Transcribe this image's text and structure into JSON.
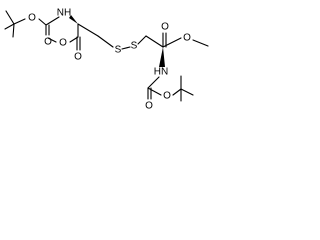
{
  "structure": {
    "atom_labels": {
      "o_tboc_left": "O",
      "o_carbonyl_left": "O",
      "nh_left": "NH",
      "o_ester_left": "O",
      "o_ester_carbonyl_left": "O",
      "s_left": "S",
      "s_right": "S",
      "o_ester_carbonyl_right": "O",
      "o_ester_right": "O",
      "nh_right": "HN",
      "o_carbonyl_right": "O",
      "o_tboc_right": "O"
    }
  }
}
